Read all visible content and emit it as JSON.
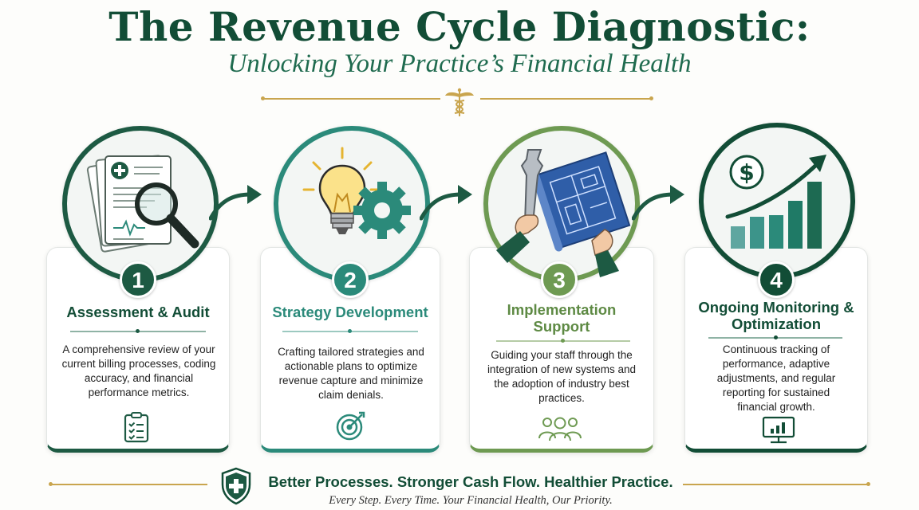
{
  "header": {
    "title": "The Revenue Cycle Diagnostic:",
    "subtitle": "Unlocking Your Practice’s Financial Health",
    "emblem_icon": "caduceus-icon"
  },
  "steps": [
    {
      "number": "1",
      "title": "Assessment & Audit",
      "description": "A comprehensive review of your current billing processes, coding accuracy, and financial performance metrics.",
      "illustration": "document-magnifier-icon",
      "icon": "clipboard-checklist-icon",
      "color": "#1d5a43"
    },
    {
      "number": "2",
      "title": "Strategy Development",
      "description": "Crafting tailored strategies and actionable plans to optimize revenue capture and minimize claim denials.",
      "illustration": "lightbulb-gear-icon",
      "icon": "target-arrow-icon",
      "color": "#2b8a7a"
    },
    {
      "number": "3",
      "title": "Implementation Support",
      "description": "Guiding your staff through the integration of new systems and the adoption of industry best practices.",
      "illustration": "wrench-blueprint-icon",
      "icon": "team-people-icon",
      "color": "#6e9a52"
    },
    {
      "number": "4",
      "title": "Ongoing Monitoring & Optimization",
      "description": "Continuous tracking of performance, adaptive adjustments, and regular reporting for sustained financial growth.",
      "illustration": "dollar-growth-chart-icon",
      "icon": "monitor-chart-icon",
      "color": "#124d36"
    }
  ],
  "footer": {
    "tagline": "Better Processes. Stronger Cash Flow. Healthier Practice.",
    "note": "Every Step. Every Time. Your Financial Health, Our Priority.",
    "badge_icon": "shield-cross-icon"
  },
  "colors": {
    "title": "#124d36",
    "gold": "#c9a54e",
    "accent_teal": "#2b8a7a",
    "accent_olive": "#6e9a52"
  }
}
